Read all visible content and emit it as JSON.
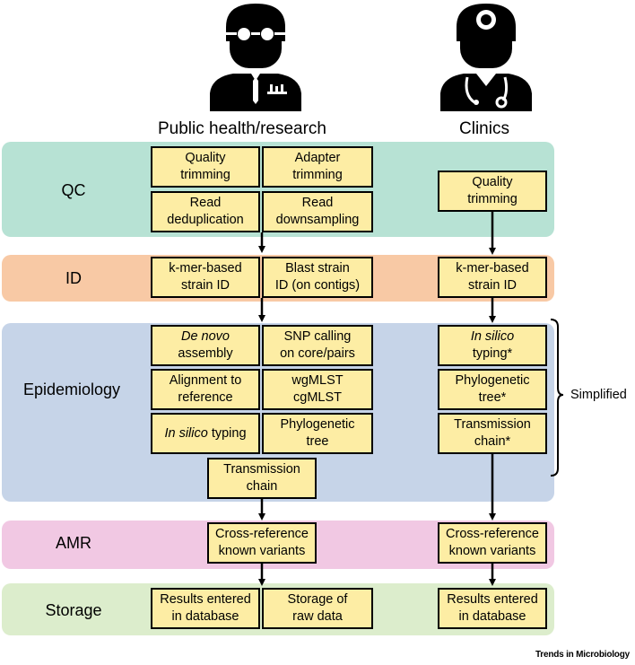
{
  "headers": {
    "left": "Public health/research",
    "right": "Clinics"
  },
  "bands": [
    {
      "label": "QC",
      "color": "#b7e2d4"
    },
    {
      "label": "ID",
      "color": "#f8c9a5"
    },
    {
      "label": "Epidemiology",
      "color": "#c6d4e8"
    },
    {
      "label": "AMR",
      "color": "#f1c8e3"
    },
    {
      "label": "Storage",
      "color": "#dcedcc"
    }
  ],
  "boxes": {
    "quality_trimming_l": [
      "Quality",
      "trimming"
    ],
    "adapter_trimming": [
      "Adapter",
      "trimming"
    ],
    "read_dedup": [
      "Read",
      "deduplication"
    ],
    "read_downsampling": [
      "Read",
      "downsampling"
    ],
    "kmer_l": [
      "k-mer-based",
      "strain ID"
    ],
    "blast": [
      "Blast strain",
      "ID (on contigs)"
    ],
    "denovo_italic": "De novo",
    "denovo_rest": "assembly",
    "snp": [
      "SNP calling",
      "on core/pairs"
    ],
    "alignment": [
      "Alignment to",
      "reference"
    ],
    "mlst": [
      "wgMLST",
      "cgMLST"
    ],
    "insilico_italic_l": "In silico",
    "insilico_rest_l": " typing",
    "phylo_l": [
      "Phylogenetic",
      "tree"
    ],
    "transmission_l": [
      "Transmission",
      "chain"
    ],
    "crossref_l": [
      "Cross-reference",
      "known variants"
    ],
    "results_l": [
      "Results entered",
      "in database"
    ],
    "storage_raw": [
      "Storage of",
      "raw data"
    ],
    "quality_trimming_r": [
      "Quality",
      "trimming"
    ],
    "kmer_r": [
      "k-mer-based",
      "strain ID"
    ],
    "insilico_italic_r": "In silico",
    "insilico_rest_r": "typing*",
    "phylo_r": [
      "Phylogenetic",
      "tree*"
    ],
    "transmission_r": [
      "Transmission",
      "chain*"
    ],
    "crossref_r": [
      "Cross-reference",
      "known variants"
    ],
    "results_r": [
      "Results entered",
      "in database"
    ]
  },
  "side_label": "Simplified",
  "credit": "Trends in Microbiology",
  "icons": [
    "researcher-icon",
    "clinician-icon"
  ]
}
